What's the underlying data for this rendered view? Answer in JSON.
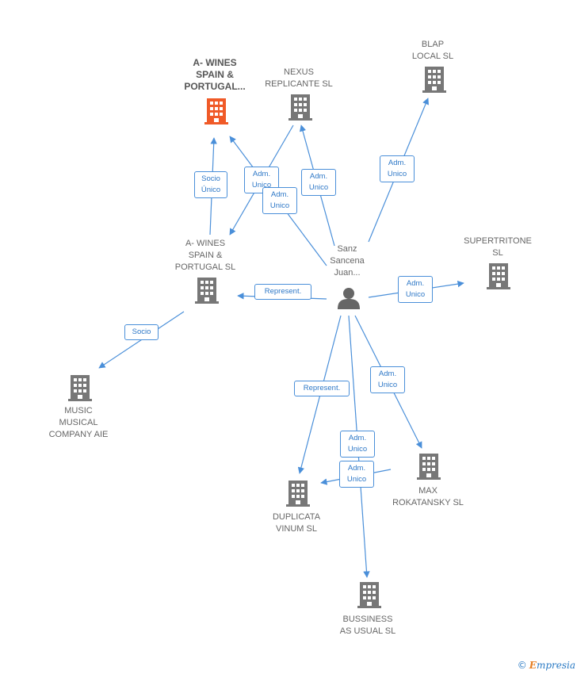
{
  "colors": {
    "edge": "#4a8fd9",
    "building": "#777777",
    "building_highlight": "#f05a28",
    "person": "#666666"
  },
  "nodes": {
    "awines_main": {
      "label": "A- WINES\nSPAIN &\nPORTUGAL..."
    },
    "nexus": {
      "label": "NEXUS\nREPLICANTE SL"
    },
    "blap": {
      "label": "BLAP\nLOCAL SL"
    },
    "awines_sl": {
      "label": "A- WINES\nSPAIN &\nPORTUGAL  SL"
    },
    "person": {
      "label": "Sanz\nSancena\nJuan..."
    },
    "supertritone": {
      "label": "SUPERTRITONE\nSL"
    },
    "music": {
      "label": "MUSIC\nMUSICAL\nCOMPANY AIE"
    },
    "max": {
      "label": "MAX\nROKATANSKY SL"
    },
    "duplicata": {
      "label": "DUPLICATA\nVINUM  SL"
    },
    "bussiness": {
      "label": "BUSSINESS\nAS USUAL  SL"
    }
  },
  "edges": {
    "socio_unico": "Socio\nÚnico",
    "adm_1": "Adm.\nUnico",
    "adm_2": "Adm.\nUnico",
    "adm_nexus": "Adm.\nUnico",
    "adm_blap": "Adm.\nUnico",
    "represent_awines": "Represent.",
    "adm_supertritone": "Adm.\nUnico",
    "socio": "Socio",
    "represent_duplicata": "Represent.",
    "adm_max": "Adm.\nUnico",
    "adm_bussiness": "Adm.\nUnico",
    "adm_duplicata": "Adm.\nUnico"
  },
  "footer": {
    "copyright": "©",
    "brand_initial": "E",
    "brand_rest": "mpresia"
  }
}
